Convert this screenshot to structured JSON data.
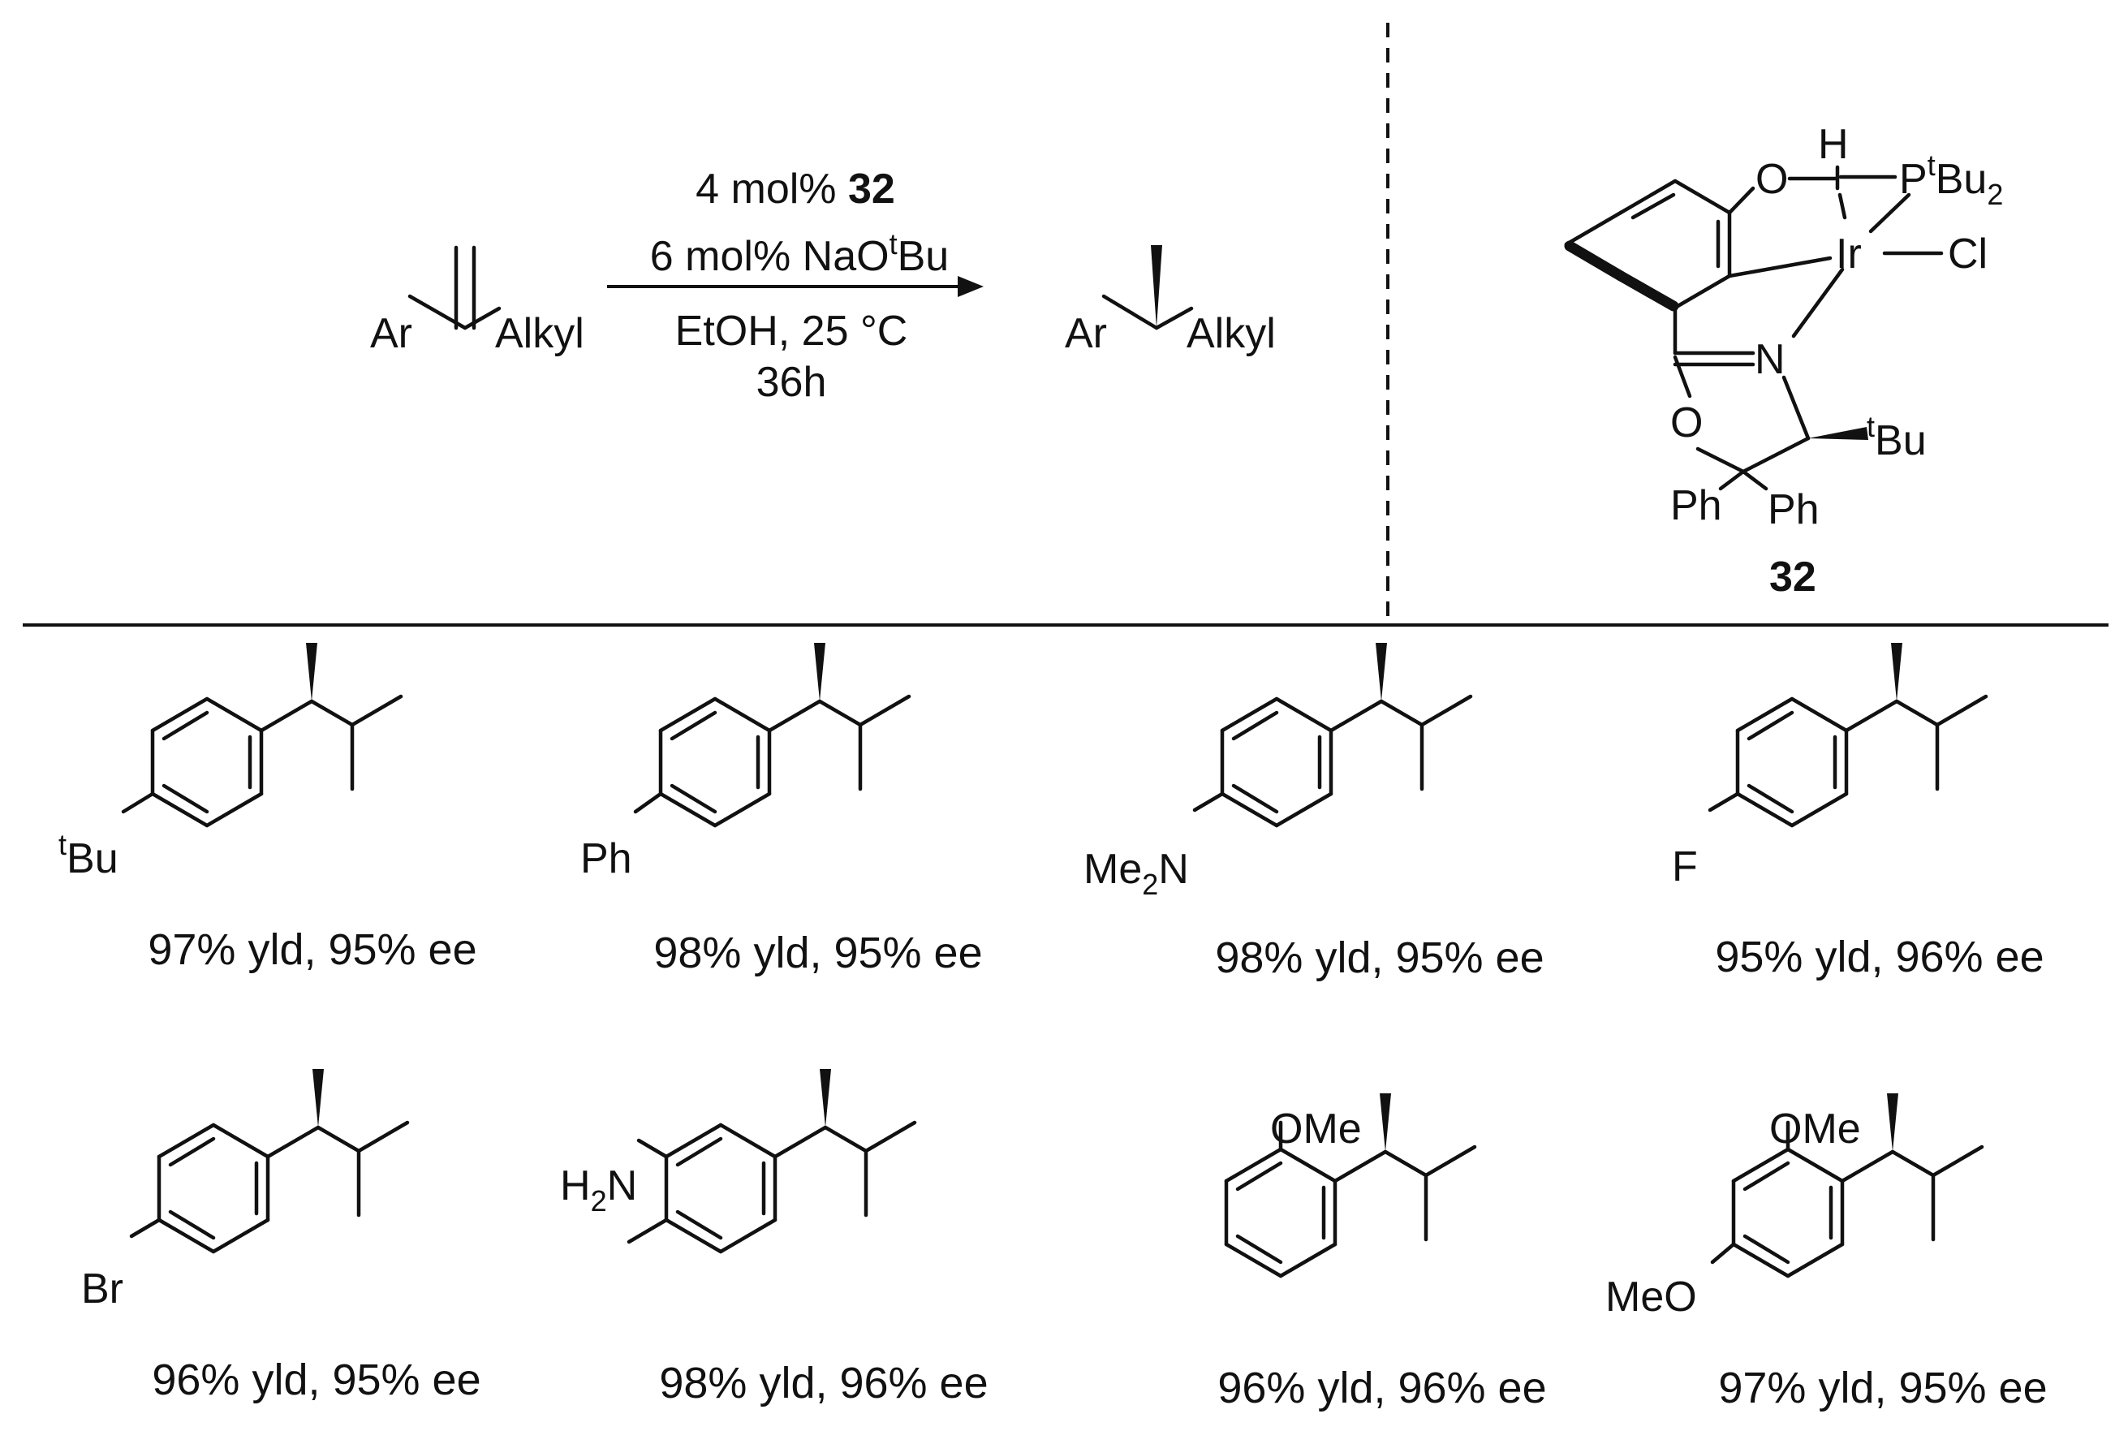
{
  "reaction": {
    "reactant": {
      "left": "Ar",
      "right": "Alkyl"
    },
    "conditions": {
      "loading": "4 mol%",
      "catalyst": "32",
      "base_amount": "6 mol%",
      "base_prefix": "NaO",
      "base_sup": "t",
      "base_suffix": "Bu",
      "solvent_temp": "EtOH, 25 °C",
      "time": "36h"
    },
    "product": {
      "left": "Ar",
      "right": "Alkyl"
    }
  },
  "catalyst": {
    "label": "32",
    "atoms": {
      "H": "H",
      "O1": "O",
      "P": "P",
      "P_sup": "t",
      "P_bu": "Bu",
      "P_sub": "2",
      "Ir": "Ir",
      "Cl": "Cl",
      "N": "N",
      "O2": "O",
      "tBu_sup": "t",
      "tBu": "Bu",
      "Ph1": "Ph",
      "Ph2": "Ph"
    }
  },
  "substrates": [
    {
      "id": "s1",
      "sub_sup": "t",
      "sub_main": "Bu",
      "result": "97% yld, 95% ee"
    },
    {
      "id": "s2",
      "sub_main": "Ph",
      "result": "98% yld, 95% ee"
    },
    {
      "id": "s3",
      "sub_main": "Me",
      "sub_sub": "2",
      "sub_tail": "N",
      "result": "98% yld, 95% ee"
    },
    {
      "id": "s4",
      "sub_main": "F",
      "result": "95% yld, 96% ee"
    },
    {
      "id": "s5",
      "sub_main": "Br",
      "result": "96% yld, 95% ee"
    },
    {
      "id": "s6",
      "sub_main": "H",
      "sub_sub": "2",
      "sub_tail": "N",
      "result": "98% yld, 96% ee"
    },
    {
      "id": "s7",
      "sub_main": "OMe",
      "result": "96% yld, 96% ee"
    },
    {
      "id": "s8",
      "sub_main": "OMe",
      "sub_main2": "MeO",
      "result": "97% yld, 95% ee"
    }
  ]
}
